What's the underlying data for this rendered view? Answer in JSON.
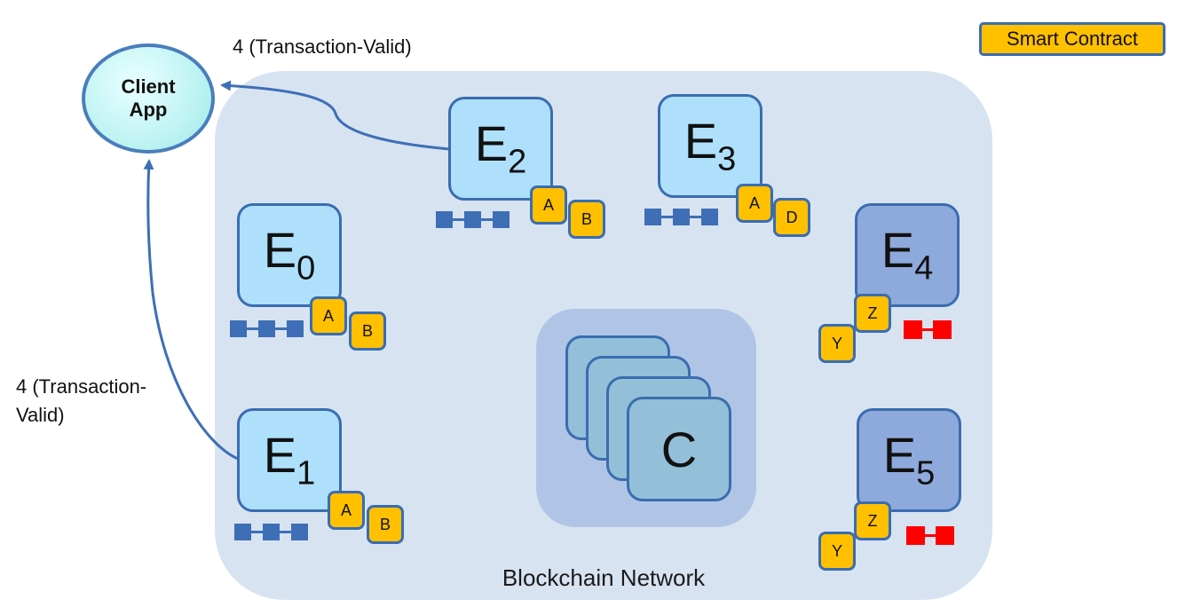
{
  "legend": {
    "label": "Smart Contract",
    "color": "#ffc000"
  },
  "client": {
    "line1": "Client",
    "line2": "App"
  },
  "arrows": [
    {
      "label": "4 (Transaction-Valid)"
    },
    {
      "line1": "4 (Transaction-",
      "line2": "Valid)"
    }
  ],
  "network": {
    "label": "Blockchain Network"
  },
  "committer": {
    "label": "C"
  },
  "endorsers": [
    {
      "name": "E",
      "sub": "0",
      "contracts": [
        "A",
        "B"
      ],
      "ledger_color": "#3e6fb6"
    },
    {
      "name": "E",
      "sub": "1",
      "contracts": [
        "A",
        "B"
      ],
      "ledger_color": "#3e6fb6"
    },
    {
      "name": "E",
      "sub": "2",
      "contracts": [
        "A",
        "B"
      ],
      "ledger_color": "#3e6fb6"
    },
    {
      "name": "E",
      "sub": "3",
      "contracts": [
        "A",
        "D"
      ],
      "ledger_color": "#3e6fb6"
    },
    {
      "name": "E",
      "sub": "4",
      "contracts": [
        "Z",
        "Y"
      ],
      "ledger_color": "#ff0000"
    },
    {
      "name": "E",
      "sub": "5",
      "contracts": [
        "Z",
        "Y"
      ],
      "ledger_color": "#ff0000"
    }
  ]
}
